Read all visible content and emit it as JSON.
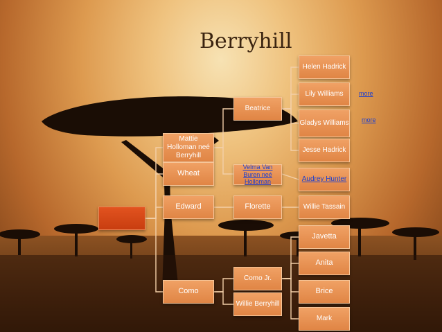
{
  "title": "Berryhill",
  "nodes": {
    "root": "",
    "mattie": "Mattie Holloman neé Berryhill",
    "wheat": "Wheat",
    "edward": "Edward",
    "como": "Como",
    "beatrice": "Beatrice",
    "velma": "Velma Van Buren neé Holloman",
    "florette": "Florette",
    "como_jr": "Como Jr.",
    "willie_berryhill": "Willie Berryhill",
    "helen": "Helen Hadrick",
    "lily": "Lily Williams",
    "gladys": "Gladys Williams",
    "jesse": "Jesse Hadrick",
    "audrey": "Audrey Hunter",
    "willie_tassain": "Willie Tassain",
    "javetta": "Javetta",
    "anita": "Anita",
    "brice": "Brice",
    "mark": "Mark"
  },
  "links": {
    "more_1": "more",
    "more_2": "more"
  }
}
